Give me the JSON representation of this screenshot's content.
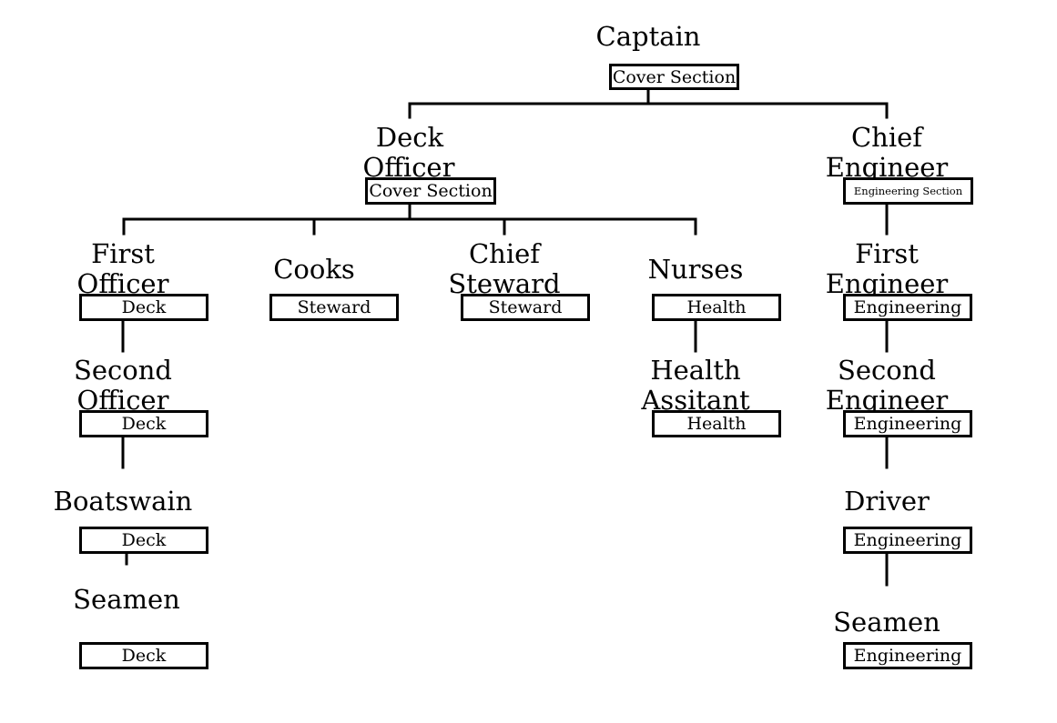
{
  "colors": {
    "line": "#000000",
    "background": "#ffffff"
  },
  "nodes": {
    "captain": {
      "title": "Captain",
      "section": "Cover Section"
    },
    "deck_officer": {
      "title": "Deck\nOfficer",
      "section": "Cover Section"
    },
    "chief_engineer": {
      "title": "Chief\nEngineer",
      "section": "Engineering Section"
    },
    "first_officer": {
      "title": "First\nOfficer",
      "section": "Deck"
    },
    "cooks": {
      "title": "Cooks",
      "section": "Steward"
    },
    "chief_steward": {
      "title": "Chief\nSteward",
      "section": "Steward"
    },
    "nurses": {
      "title": "Nurses",
      "section": "Health"
    },
    "second_officer": {
      "title": "Second\nOfficer",
      "section": "Deck"
    },
    "health_assistant": {
      "title": "Health\nAssitant",
      "section": "Health"
    },
    "boatswain": {
      "title": "Boatswain",
      "section": "Deck"
    },
    "seamen_deck": {
      "title": "Seamen",
      "section": "Deck"
    },
    "first_engineer": {
      "title": "First\nEngineer",
      "section": "Engineering"
    },
    "second_engineer": {
      "title": "Second\nEngineer",
      "section": "Engineering"
    },
    "driver": {
      "title": "Driver",
      "section": "Engineering"
    },
    "seamen_eng": {
      "title": "Seamen",
      "section": "Engineering"
    }
  }
}
